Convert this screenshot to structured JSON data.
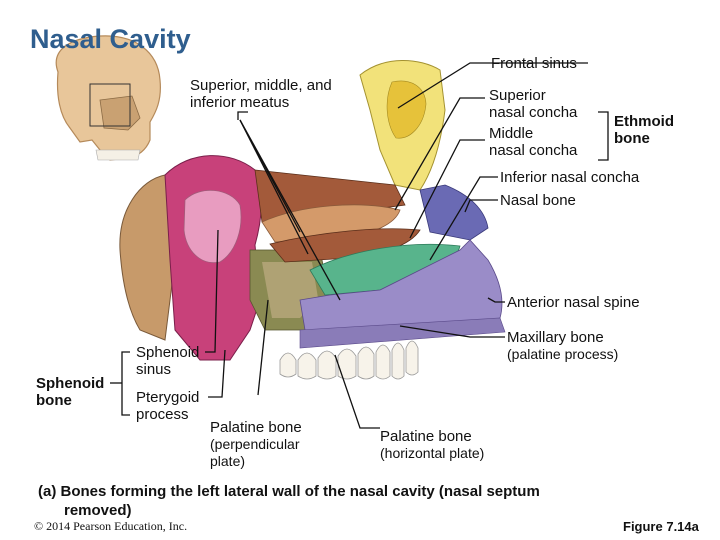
{
  "title": "Nasal Cavity",
  "labels": {
    "frontal_sinus": "Frontal sinus",
    "meatus_line1": "Superior, middle, and",
    "meatus_line2": "inferior meatus",
    "superior_concha_1": "Superior",
    "superior_concha_2": "nasal concha",
    "middle_concha_1": "Middle",
    "middle_concha_2": "nasal concha",
    "ethmoid_1": "Ethmoid",
    "ethmoid_2": "bone",
    "inferior_concha": "Inferior nasal concha",
    "nasal_bone": "Nasal bone",
    "anterior_spine": "Anterior nasal spine",
    "maxillary_1": "Maxillary bone",
    "maxillary_2": "(palatine process)",
    "sphenoid_sinus_1": "Sphenoid",
    "sphenoid_sinus_2": "sinus",
    "sphenoid_bone_1": "Sphenoid",
    "sphenoid_bone_2": "bone",
    "pterygoid_1": "Pterygoid",
    "pterygoid_2": "process",
    "palatine_perp_1": "Palatine bone",
    "palatine_perp_2": "(perpendicular",
    "palatine_perp_3": "plate)",
    "palatine_horiz_1": "Palatine bone",
    "palatine_horiz_2": "(horizontal plate)"
  },
  "caption": "(a) Bones forming the left lateral wall of the nasal cavity (nasal septum removed)",
  "copyright": "© 2014 Pearson Education, Inc.",
  "figure_number": "Figure 7.14a",
  "colors": {
    "title": "#2f5e8e",
    "frontal": "#f2e27a",
    "sphenoid": "#c8417a",
    "sphenoid_sinus": "#e89cc0",
    "superior_concha": "#d49a6a",
    "middle_concha": "#a35a3a",
    "inferior_concha": "#58b48c",
    "nasal_bone": "#6a6ab4",
    "maxilla": "#9a8cc8",
    "palatine": "#8a8a52",
    "occipital": "#c79a6a"
  }
}
